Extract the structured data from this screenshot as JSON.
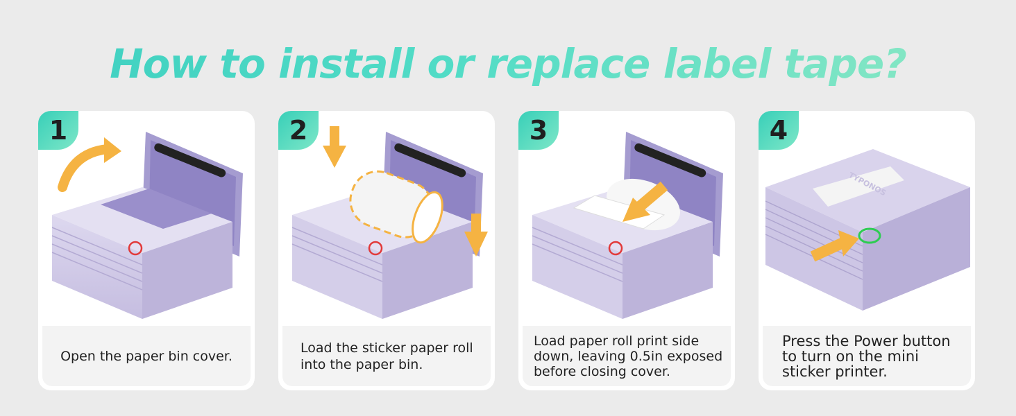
{
  "headline": "How to install or replace label tape?",
  "steps": [
    {
      "number": "1",
      "caption": "Open the paper bin cover."
    },
    {
      "number": "2",
      "caption": "Load the sticker paper roll\ninto the paper bin."
    },
    {
      "number": "3",
      "caption": "Load paper roll print side\ndown, leaving 0.5in exposed\nbefore closing cover."
    },
    {
      "number": "4",
      "caption": "Press the Power button\nto turn on the mini\nsticker printer."
    }
  ],
  "brand_on_printer": "TYPONOS",
  "colors": {
    "accent_teal": "#3ecfc0",
    "arrow_orange": "#f5b342",
    "printer_lavender": "#cfc8e6",
    "power_ring_red": "#e23a3a",
    "power_ring_green": "#2ecc52"
  }
}
